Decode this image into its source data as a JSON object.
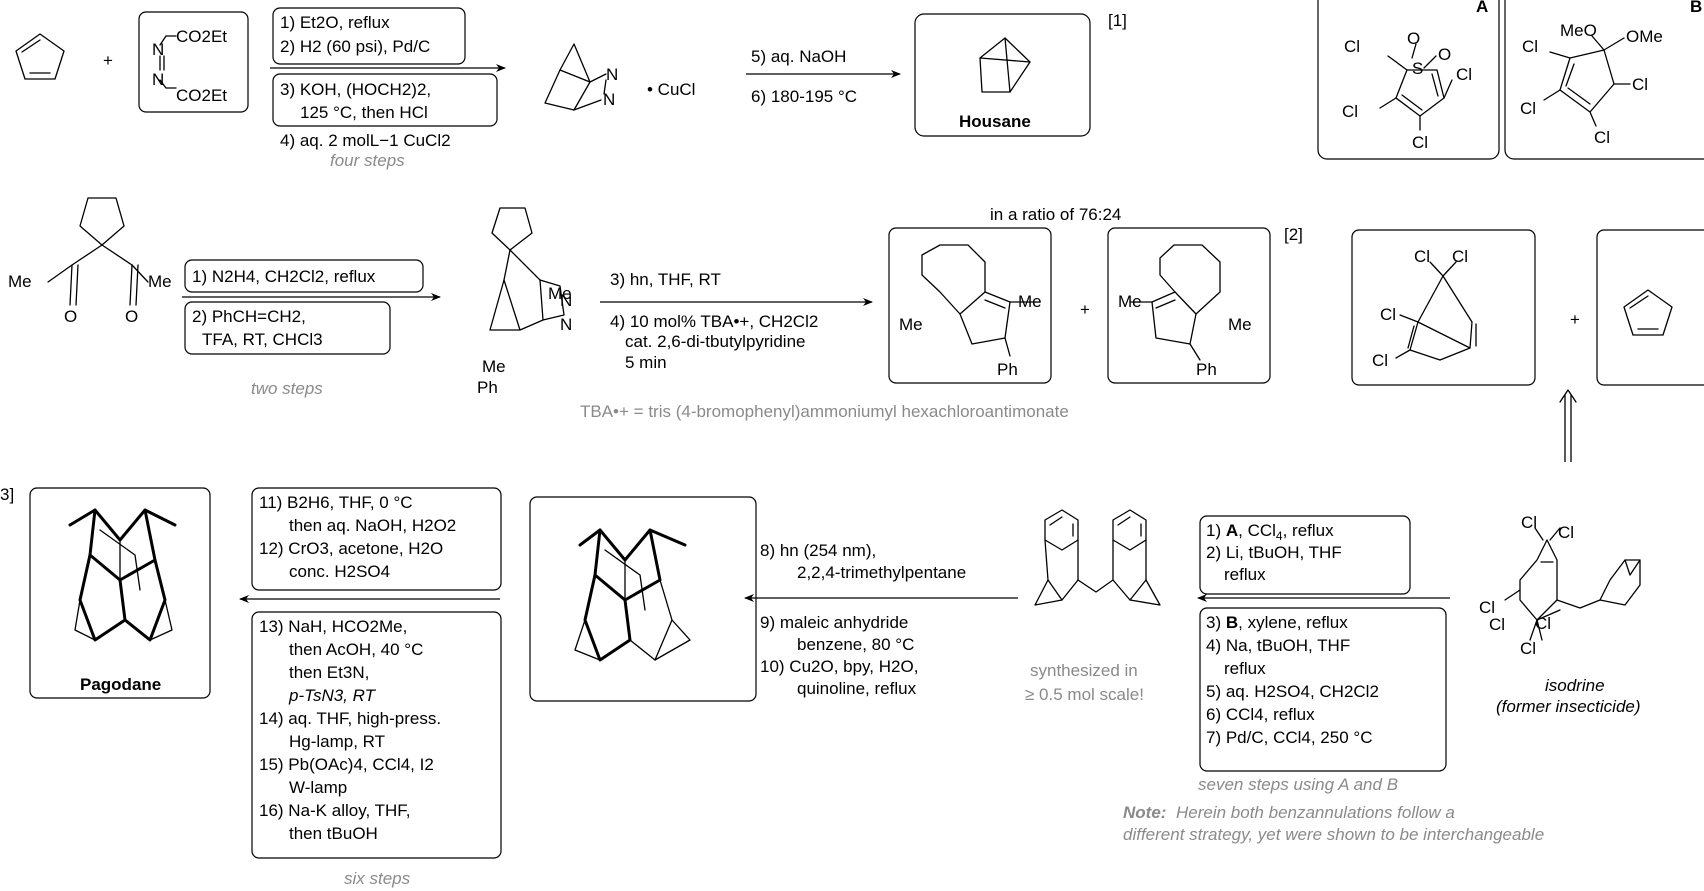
{
  "row1": {
    "azo_box": [
      "CO2Et",
      "CO2Et",
      "N",
      "N"
    ],
    "conditions_a": [
      "1) Et2O, reflux",
      "2) H2 (60 psi), Pd/C"
    ],
    "conditions_b": [
      "3) KOH, (HOCH2)2,",
      "125 °C, then HCl"
    ],
    "conditions_c": [
      "4) aq. 2 molL−1 CuCl2"
    ],
    "steps_note": "four steps",
    "cucl_label": "• CuCl",
    "n_label": "N",
    "conditions_d": [
      "5) aq. NaOH",
      "6) 180-195 °C"
    ],
    "product_label": "Housane",
    "ref": "[1]",
    "reagent_a_label": "A",
    "reagent_b_label": "B",
    "atoms_a": [
      "O",
      "O",
      "S",
      "Cl",
      "Cl",
      "Cl",
      "Cl"
    ],
    "atoms_b": [
      "MeO",
      "OMe",
      "Cl",
      "Cl",
      "Cl",
      "Cl"
    ]
  },
  "row2": {
    "me_labels": [
      "Me",
      "Me"
    ],
    "o_labels": [
      "O",
      "O"
    ],
    "conditions_a": [
      "1) N2H4, CH2Cl2, reflux"
    ],
    "conditions_b": [
      "2) PhCH=CH2,",
      "TFA, RT, CHCl3"
    ],
    "steps_note": "two steps",
    "int_labels": [
      "Me",
      "N",
      "N",
      "Me",
      "Ph"
    ],
    "conditions_c": [
      "3) hn, THF, RT"
    ],
    "conditions_d": [
      "4) 10 mol% TBA•+, CH2Cl2",
      "cat. 2,6-di-tbutylpyridine",
      "5 min"
    ],
    "ratio": "in a ratio of 76:24",
    "prod1_labels": [
      "Me",
      "Me",
      "Ph"
    ],
    "prod2_labels": [
      "Me",
      "Me",
      "Ph"
    ],
    "plus": "+",
    "ref": "[2]",
    "tba_note": "TBA•+ = tris (4-bromophenyl)ammoniumyl hexachloroantimonate",
    "right_labels": [
      "Cl",
      "Cl",
      "Cl",
      "Cl"
    ]
  },
  "row3": {
    "ref": "3]",
    "product_label": "Pagodane",
    "conditions_top": [
      "11) B2H6, THF, 0 °C",
      "then aq. NaOH, H2O2",
      "12) CrO3, acetone, H2O",
      "conc. H2SO4"
    ],
    "conditions_bottom": [
      "13) NaH, HCO2Me,",
      "then AcOH, 40 °C",
      "then Et3N,",
      "p-TsN3, RT",
      "14) aq. THF, high-press.",
      "Hg-lamp, RT",
      "15) Pb(OAc)4, CCl4, I2",
      "W-lamp",
      "16) Na-K alloy, THF,",
      "then tBuOH"
    ],
    "steps_note6": "six steps",
    "conditions_mid": [
      "8)  hn (254 nm),",
      "2,2,4-trimethylpentane",
      "9)   maleic anhydride",
      "benzene, 80 °C",
      "10) Cu2O, bpy, H2O,",
      "quinoline, reflux"
    ],
    "synth_note": [
      "synthesized in",
      "≥ 0.5 mol scale!"
    ],
    "conditions_right_top": [
      "1) A, CCl4, reflux",
      "2) Li, tBuOH, THF",
      "reflux"
    ],
    "conditions_right_bottom": [
      "3) B, xylene, reflux",
      "4) Na, tBuOH, THF",
      "reflux",
      "5) aq. H2SO4, CH2Cl2",
      "6) CCl4, reflux",
      "7) Pd/C, CCl4, 250 °C"
    ],
    "steps_note7": "seven steps using A and B",
    "note_label": "Note:",
    "note_text": [
      "Herein both benzannulations follow a",
      "different strategy, yet were shown to be interchangeable"
    ],
    "isodrine_labels": [
      "Cl",
      "Cl",
      "Cl",
      "Cl",
      "Cl",
      "Cl"
    ],
    "isodrine_name": [
      "isodrine",
      "(former insecticide)"
    ]
  }
}
